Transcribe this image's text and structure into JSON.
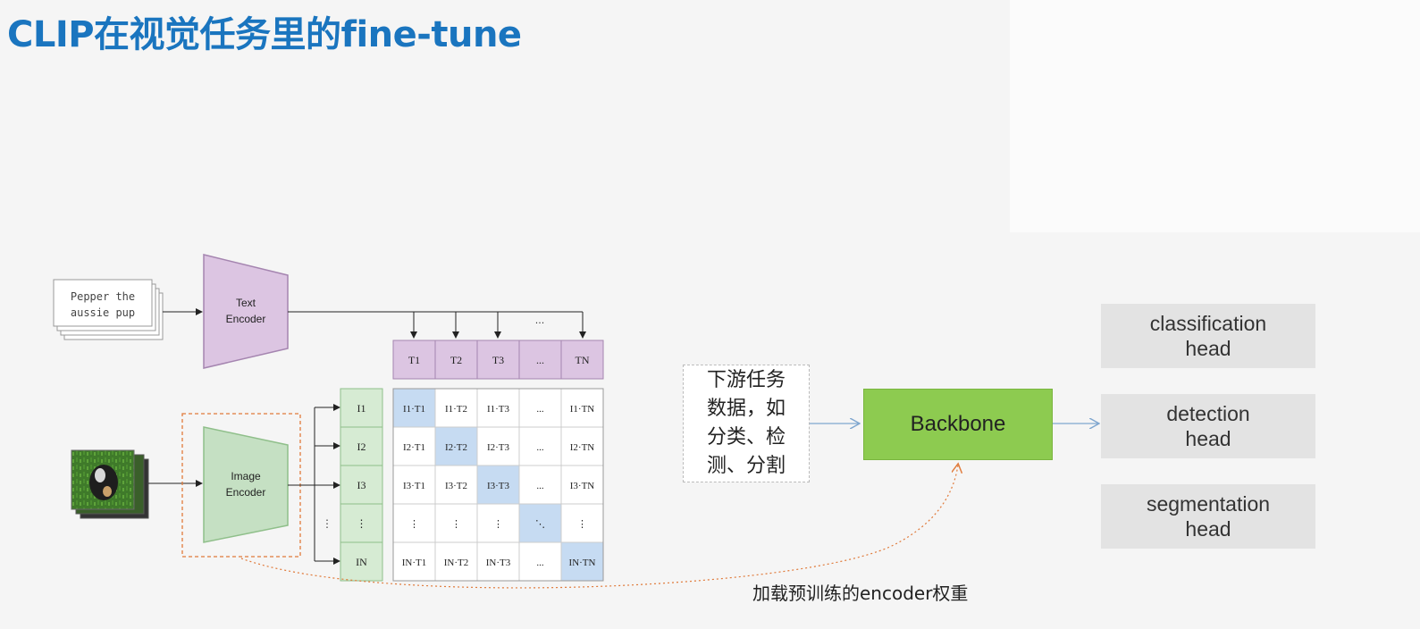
{
  "slide": {
    "title": "CLIP在视觉任务里的fine-tune",
    "caption": "加载预训练的encoder权重"
  },
  "clip": {
    "text_input_line1": "Pepper the",
    "text_input_line2": "aussie pup",
    "text_encoder_line1": "Text",
    "text_encoder_line2": "Encoder",
    "image_encoder_line1": "Image",
    "image_encoder_line2": "Encoder",
    "text_tokens": [
      "T1",
      "T2",
      "T3",
      "...",
      "TN"
    ],
    "image_tokens": [
      "I1",
      "I2",
      "I3",
      "⋮",
      "IN"
    ],
    "dots_top": "...",
    "matrix": [
      [
        "I1·T1",
        "I1·T2",
        "I1·T3",
        "...",
        "I1·TN"
      ],
      [
        "I2·T1",
        "I2·T2",
        "I2·T3",
        "...",
        "I2·TN"
      ],
      [
        "I3·T1",
        "I3·T2",
        "I3·T3",
        "...",
        "I3·TN"
      ],
      [
        "⋮",
        "⋮",
        "⋮",
        "⋱",
        "⋮"
      ],
      [
        "IN·T1",
        "IN·T2",
        "IN·T3",
        "...",
        "IN·TN"
      ]
    ],
    "row_dots": "⋮"
  },
  "pipeline": {
    "downstream_data": "下游任务\n数据，如\n分类、检\n测、分割",
    "backbone": "Backbone",
    "heads": [
      "classification\nhead",
      "detection\nhead",
      "segmentation\nhead"
    ]
  },
  "colors": {
    "title": "#1a75bf",
    "text_encoder_fill": "#dcc5e2",
    "text_encoder_stroke": "#a585b0",
    "image_encoder_fill": "#c5e0c3",
    "image_encoder_stroke": "#8fbf8a",
    "token_purple": "#dcc5e2",
    "token_green": "#d6ebd3",
    "diag_blue": "#c6dbf2",
    "backbone": "#8dcb50",
    "head_bg": "#e3e3e3",
    "dashed_orange": "#e07a3a"
  }
}
